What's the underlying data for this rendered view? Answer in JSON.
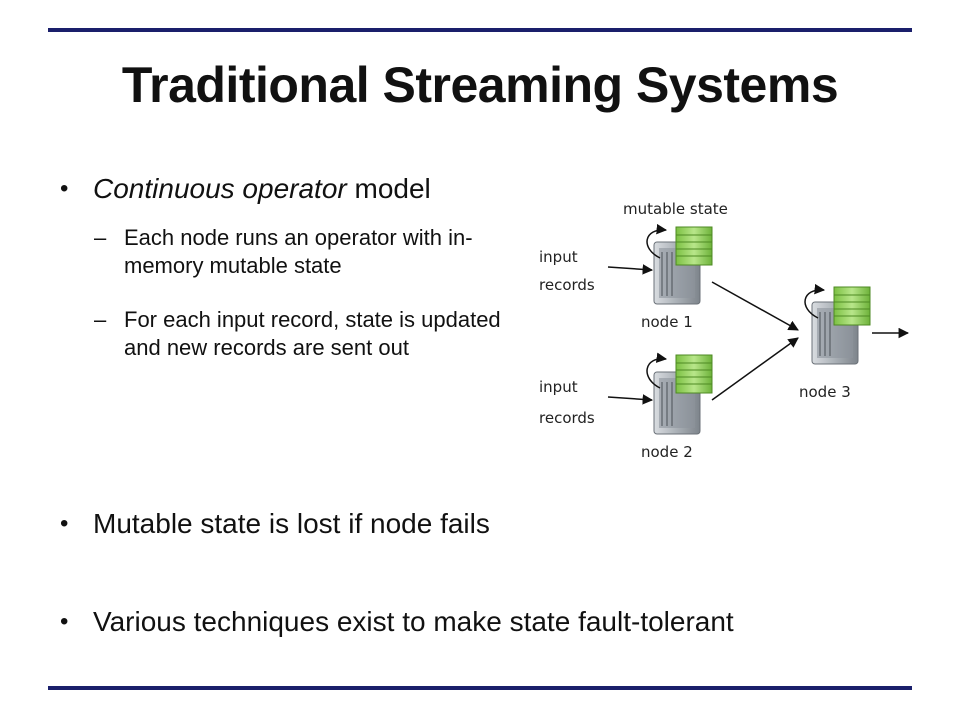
{
  "slide": {
    "title": "Traditional Streaming Systems",
    "bullets": [
      {
        "italic": "Continuous operator",
        "rest": " model"
      },
      {
        "text": "Mutable state is lost if node fails"
      },
      {
        "text": "Various techniques exist to make state fault-tolerant"
      }
    ],
    "subbullets": [
      {
        "dash": "–",
        "text": "Each node runs an operator with in-memory mutable state"
      },
      {
        "dash": "–",
        "text": "For each input record, state is updated and new records are sent out"
      }
    ],
    "bullet_glyph": "•"
  },
  "diagram": {
    "mutable_state_label": "mutable state",
    "input1_line1": "input",
    "input1_line2": "records",
    "input2_line1": "input",
    "input2_line2": "records",
    "node1_label": "node 1",
    "node2_label": "node 2",
    "node3_label": "node 3",
    "colors": {
      "state": "#8fd14f",
      "server": "#b9bec4",
      "rule": "#1a1f6b"
    }
  }
}
